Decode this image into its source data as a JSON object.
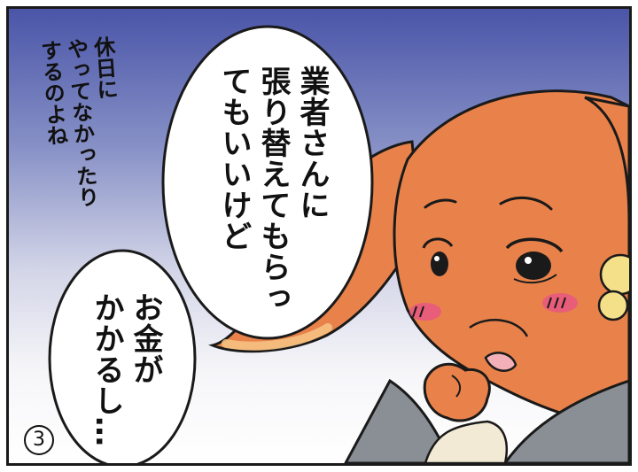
{
  "panel": {
    "number": "3",
    "side_note": "休日に\nやってなかったり\nするのよね",
    "bubble_large": "業者さんに\n張り替えてもらっ\nてもいいけど",
    "bubble_small": "お金が\nかかるし…"
  },
  "colors": {
    "sky_top": "#4a55a8",
    "character_orange": "#e8824a",
    "jacket_gray": "#8a8f96",
    "outline": "#1a1a1a"
  }
}
